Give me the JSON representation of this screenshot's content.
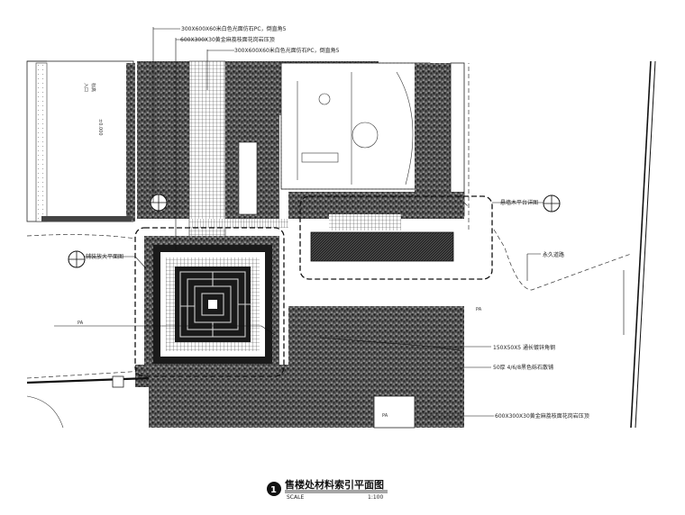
{
  "callouts": {
    "top1": "300X600X60米白色光面仿石PC，倒直角5",
    "top2": "600X300X30黄金麻荔枝面花岗岩压顶",
    "top3": "300X600X60米白色光面仿石PC，倒直角5",
    "platform_right": "悬墙木平台详图",
    "road": "永久道路",
    "platform_left": "辅装放大平面图",
    "pa_left": "PA",
    "pa_right": "PA",
    "pa_bottom": "PA",
    "steel": "150X50X5 通长镀锌角钢",
    "cobble": "50厚   4/6/8黑色砾石散铺",
    "bottom_right": "600X300X30黄金麻荔枝面花岗岩压顶",
    "left_notes": [
      "入口",
      "标高",
      "±0.000"
    ]
  },
  "title_block": {
    "number": "1",
    "title": "售楼处材料索引平面图",
    "scale_label": "SCALE",
    "scale_value": "1:100"
  },
  "colors": {
    "line": "#1a1a1a",
    "pebble": "#3a3a3a",
    "dark": "#111111",
    "grid": "#555555"
  }
}
